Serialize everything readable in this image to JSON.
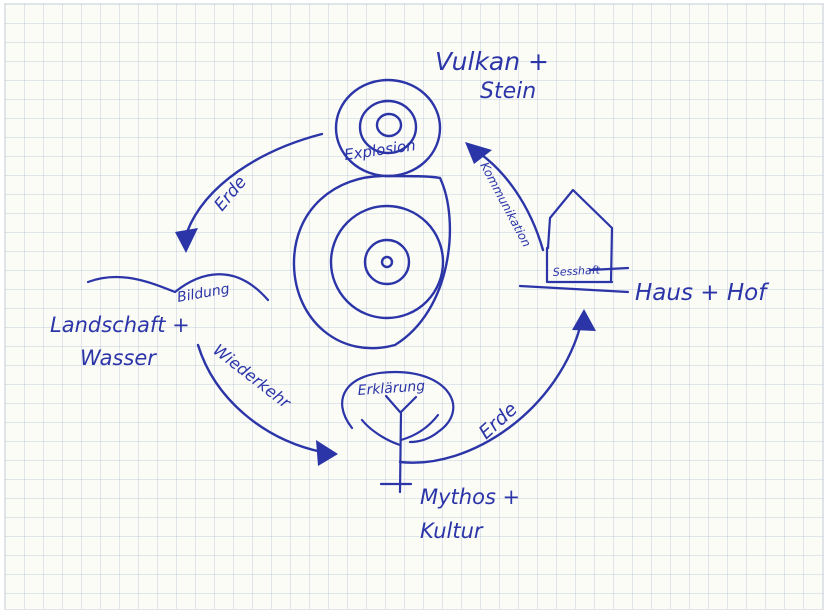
{
  "colors": {
    "ink": "#2b35a8",
    "paper": "#fbfcf6"
  },
  "labels": {
    "vulkan_stein": [
      "Vulkan +",
      "Stein"
    ],
    "haus_hof": "Haus + Hof",
    "landschaft_wasser": [
      "Landschaft +",
      "Wasser"
    ],
    "mythos_kultur": [
      "Mythos +",
      "Kultur"
    ],
    "explosion": "Explosion",
    "kommunikation": "Kommunikation",
    "erde_top_left": "Erde",
    "erde_bottom_right": "Erde",
    "bildung": "Bildung",
    "wiederkehr": "Wiederkehr",
    "erklaerung": "Erklärung",
    "sesshaft": "Sesshaft"
  }
}
